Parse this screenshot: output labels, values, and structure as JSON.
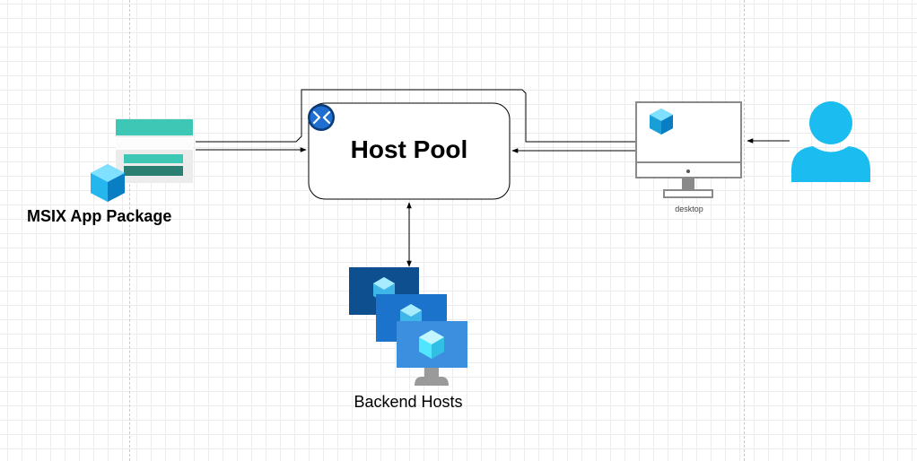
{
  "nodes": {
    "host_pool": {
      "title": "Host Pool",
      "icon": "remote-desktop-icon"
    },
    "msix_package": {
      "label": "MSIX App Package",
      "icon": "storage-package-icon"
    },
    "desktop": {
      "label": "desktop",
      "icon": "monitor-icon"
    },
    "user": {
      "icon": "user-icon"
    },
    "backend_hosts": {
      "label": "Backend Hosts",
      "icon": "virtual-machines-icon"
    }
  },
  "edges": [
    {
      "from": "msix_package",
      "to": "host_pool"
    },
    {
      "from": "user",
      "to": "desktop"
    },
    {
      "from": "desktop",
      "to": "host_pool"
    },
    {
      "from": "host_pool",
      "to": "backend_hosts",
      "bidirectional": true
    }
  ],
  "colors": {
    "teal": "#3cc8b4",
    "dark_teal": "#2a7f72",
    "azure_blue": "#0078d4",
    "dark_blue": "#005ba1",
    "light_blue": "#3b8fde",
    "cube_blue": "#50e6ff",
    "user_blue": "#1bbcf0",
    "line": "#000000"
  }
}
